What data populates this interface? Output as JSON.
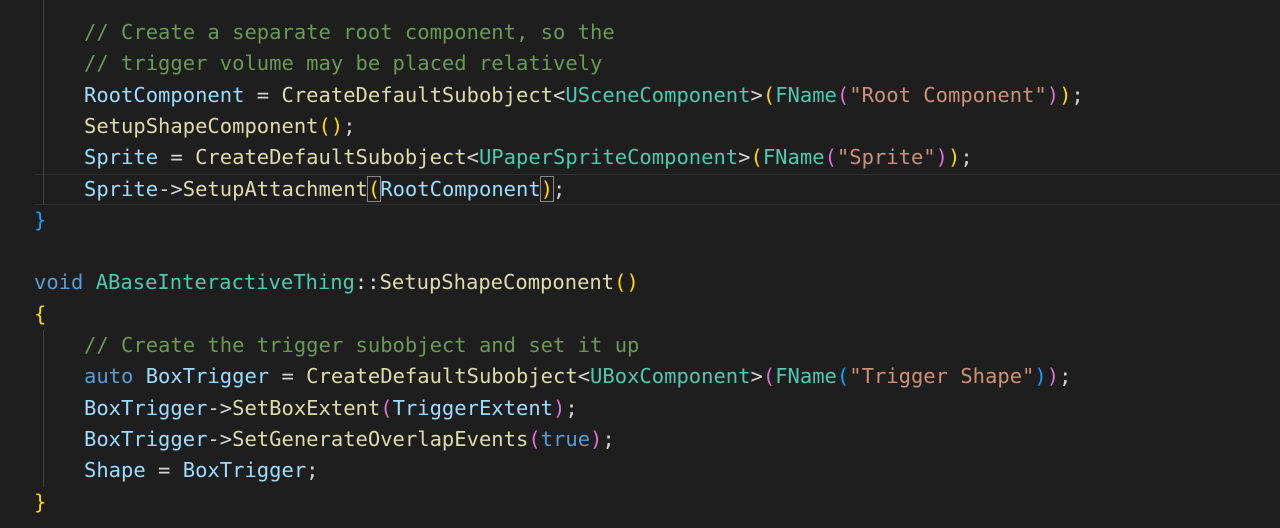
{
  "editor": {
    "colors": {
      "background": "#1e1e1e",
      "comment": "#6a9955",
      "variable": "#9cdcfe",
      "function": "#dcdcaa",
      "type": "#4ec9b0",
      "string": "#ce9178",
      "keyword": "#569cd6",
      "punctuation": "#d4d4d4"
    },
    "lines": [
      {
        "indent": 1,
        "tokens": [
          {
            "t": "// Create a separate root component, so the",
            "k": "comment"
          }
        ]
      },
      {
        "indent": 1,
        "tokens": [
          {
            "t": "// trigger volume may be placed relatively",
            "k": "comment"
          }
        ]
      },
      {
        "indent": 1,
        "tokens": [
          {
            "t": "RootComponent",
            "k": "variable"
          },
          {
            "t": " = ",
            "k": "punct"
          },
          {
            "t": "CreateDefaultSubobject",
            "k": "function"
          },
          {
            "t": "<",
            "k": "punct"
          },
          {
            "t": "USceneComponent",
            "k": "type"
          },
          {
            "t": ">",
            "k": "punct"
          },
          {
            "t": "(",
            "k": "bracket1"
          },
          {
            "t": "FName",
            "k": "type"
          },
          {
            "t": "(",
            "k": "bracket2"
          },
          {
            "t": "\"Root Component\"",
            "k": "string"
          },
          {
            "t": ")",
            "k": "bracket2"
          },
          {
            "t": ")",
            "k": "bracket1"
          },
          {
            "t": ";",
            "k": "punct"
          }
        ]
      },
      {
        "indent": 1,
        "tokens": [
          {
            "t": "SetupShapeComponent",
            "k": "function"
          },
          {
            "t": "(",
            "k": "bracket1"
          },
          {
            "t": ")",
            "k": "bracket1"
          },
          {
            "t": ";",
            "k": "punct"
          }
        ]
      },
      {
        "indent": 1,
        "tokens": [
          {
            "t": "Sprite",
            "k": "variable"
          },
          {
            "t": " = ",
            "k": "punct"
          },
          {
            "t": "CreateDefaultSubobject",
            "k": "function"
          },
          {
            "t": "<",
            "k": "punct"
          },
          {
            "t": "UPaperSpriteComponent",
            "k": "type"
          },
          {
            "t": ">",
            "k": "punct"
          },
          {
            "t": "(",
            "k": "bracket1"
          },
          {
            "t": "FName",
            "k": "type"
          },
          {
            "t": "(",
            "k": "bracket2"
          },
          {
            "t": "\"Sprite\"",
            "k": "string"
          },
          {
            "t": ")",
            "k": "bracket2"
          },
          {
            "t": ")",
            "k": "bracket1"
          },
          {
            "t": ";",
            "k": "punct"
          }
        ]
      },
      {
        "indent": 1,
        "current": true,
        "tokens": [
          {
            "t": "Sprite",
            "k": "variable"
          },
          {
            "t": "->",
            "k": "punct"
          },
          {
            "t": "SetupAttachment",
            "k": "function"
          },
          {
            "t": "(",
            "k": "bracket1",
            "match": true
          },
          {
            "t": "RootComponent",
            "k": "variable"
          },
          {
            "t": ")",
            "k": "bracket1",
            "match": true
          },
          {
            "t": ";",
            "k": "punct"
          }
        ]
      },
      {
        "indent": 0,
        "tokens": [
          {
            "t": "}",
            "k": "bracket3"
          }
        ]
      },
      {
        "indent": 0,
        "tokens": []
      },
      {
        "indent": 0,
        "tokens": [
          {
            "t": "void",
            "k": "keyword"
          },
          {
            "t": " ",
            "k": "punct"
          },
          {
            "t": "ABaseInteractiveThing",
            "k": "type"
          },
          {
            "t": "::",
            "k": "punct"
          },
          {
            "t": "SetupShapeComponent",
            "k": "function"
          },
          {
            "t": "(",
            "k": "bracket1"
          },
          {
            "t": ")",
            "k": "bracket1"
          }
        ]
      },
      {
        "indent": 0,
        "tokens": [
          {
            "t": "{",
            "k": "bracket1"
          }
        ]
      },
      {
        "indent": 1,
        "tokens": [
          {
            "t": "// Create the trigger subobject and set it up",
            "k": "comment"
          }
        ]
      },
      {
        "indent": 1,
        "tokens": [
          {
            "t": "auto",
            "k": "keyword"
          },
          {
            "t": " ",
            "k": "punct"
          },
          {
            "t": "BoxTrigger",
            "k": "variable"
          },
          {
            "t": " = ",
            "k": "punct"
          },
          {
            "t": "CreateDefaultSubobject",
            "k": "function"
          },
          {
            "t": "<",
            "k": "punct"
          },
          {
            "t": "UBoxComponent",
            "k": "type"
          },
          {
            "t": ">",
            "k": "punct"
          },
          {
            "t": "(",
            "k": "bracket2"
          },
          {
            "t": "FName",
            "k": "type"
          },
          {
            "t": "(",
            "k": "bracket3"
          },
          {
            "t": "\"Trigger Shape\"",
            "k": "string"
          },
          {
            "t": ")",
            "k": "bracket3"
          },
          {
            "t": ")",
            "k": "bracket2"
          },
          {
            "t": ";",
            "k": "punct"
          }
        ]
      },
      {
        "indent": 1,
        "tokens": [
          {
            "t": "BoxTrigger",
            "k": "variable"
          },
          {
            "t": "->",
            "k": "punct"
          },
          {
            "t": "SetBoxExtent",
            "k": "function"
          },
          {
            "t": "(",
            "k": "bracket2"
          },
          {
            "t": "TriggerExtent",
            "k": "variable"
          },
          {
            "t": ")",
            "k": "bracket2"
          },
          {
            "t": ";",
            "k": "punct"
          }
        ]
      },
      {
        "indent": 1,
        "tokens": [
          {
            "t": "BoxTrigger",
            "k": "variable"
          },
          {
            "t": "->",
            "k": "punct"
          },
          {
            "t": "SetGenerateOverlapEvents",
            "k": "function"
          },
          {
            "t": "(",
            "k": "bracket2"
          },
          {
            "t": "true",
            "k": "keyword"
          },
          {
            "t": ")",
            "k": "bracket2"
          },
          {
            "t": ";",
            "k": "punct"
          }
        ]
      },
      {
        "indent": 1,
        "tokens": [
          {
            "t": "Shape",
            "k": "variable"
          },
          {
            "t": " = ",
            "k": "punct"
          },
          {
            "t": "BoxTrigger",
            "k": "variable"
          },
          {
            "t": ";",
            "k": "punct"
          }
        ]
      },
      {
        "indent": 0,
        "tokens": [
          {
            "t": "}",
            "k": "bracket1"
          }
        ]
      }
    ]
  }
}
